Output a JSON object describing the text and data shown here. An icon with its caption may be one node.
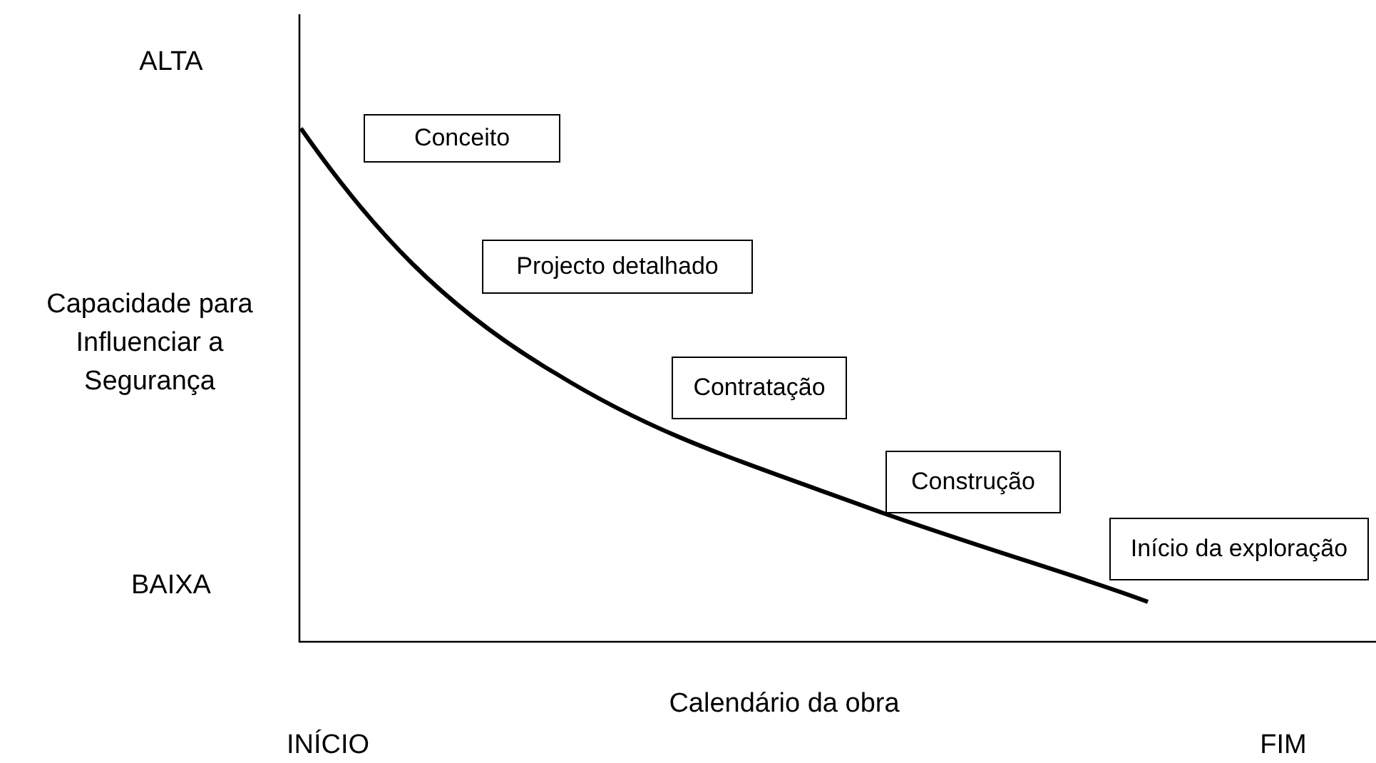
{
  "diagram": {
    "nodes": [
      {
        "text": [
          "Conceito"
        ]
      },
      {
        "text": [
          "Projecto detalhado"
        ]
      },
      {
        "text": [
          "Contratação"
        ]
      },
      {
        "text": [
          "Construção"
        ]
      },
      {
        "text": [
          "Início da exploração"
        ]
      }
    ],
    "labels": [
      "ALTA",
      "Capacidade para Influenciar a Segurança",
      "BAIXA",
      "Calendário da obra",
      "INÍCIO",
      "FIM"
    ]
  }
}
